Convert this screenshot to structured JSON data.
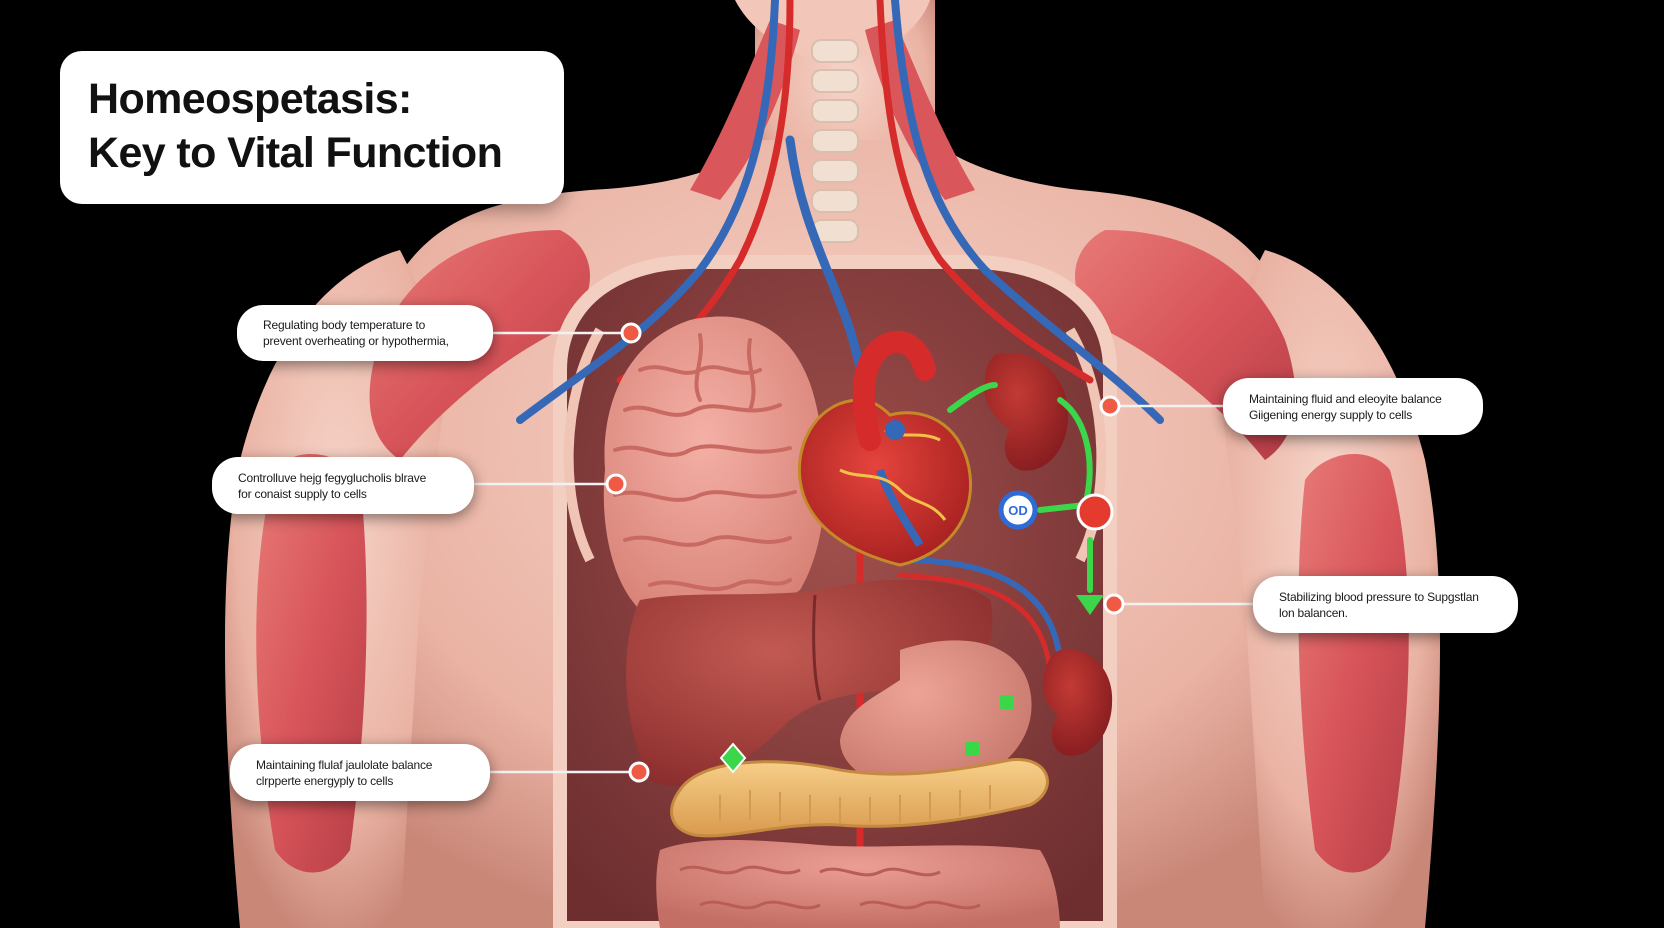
{
  "title": {
    "line1": "Homeospetasis:",
    "line2": "Key to Vital Function"
  },
  "callouts": [
    {
      "id": "temperature",
      "lines": [
        "Regulating body temperature to",
        "prevent overheating or hypothermia,"
      ]
    },
    {
      "id": "glucose",
      "lines": [
        "Controlluve hejg fegyglucholis blrave",
        "for conaist supply to cells"
      ]
    },
    {
      "id": "fluid-balance",
      "lines": [
        "Maintaining fluid and eleoyite balance",
        "Giigening energy supply to cells"
      ]
    },
    {
      "id": "blood-pressure",
      "lines": [
        "Stabilizing blood pressure to Supgstlan",
        "lon balancen."
      ]
    },
    {
      "id": "fluid-glucose",
      "lines": [
        "Maintaining flulaf jaulolate balance",
        "clrpperte energyply to cells"
      ]
    }
  ],
  "sensor_badge": "OD",
  "colors": {
    "background": "#000000",
    "skin": "#f1c7bb",
    "muscle": "#d9575a",
    "artery": "#d62b2b",
    "vein": "#3668b8",
    "feedback_green": "#3cd64a",
    "marker": "#ef5a44",
    "card": "#ffffff"
  }
}
